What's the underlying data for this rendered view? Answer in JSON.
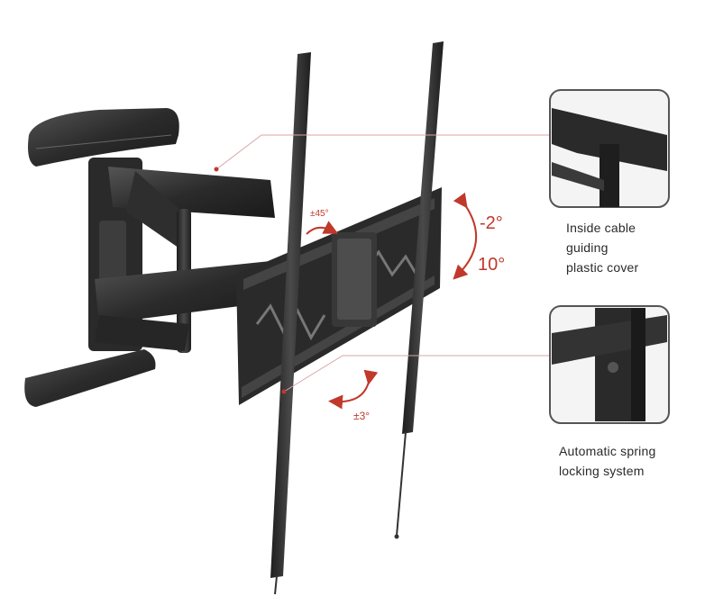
{
  "annotations": {
    "swivel": "±45°",
    "tilt_up": "-2°",
    "tilt_down": "10°",
    "level": "±3°"
  },
  "callouts": [
    {
      "lines": [
        "Inside cable",
        "guiding",
        "plastic cover"
      ]
    },
    {
      "lines": [
        "Automatic spring",
        "locking system"
      ]
    }
  ],
  "colors": {
    "metal": "#2b2b2b",
    "metal_light": "#4a4a4a",
    "accent": "#c0392b",
    "leader": "#d9a6a6"
  }
}
